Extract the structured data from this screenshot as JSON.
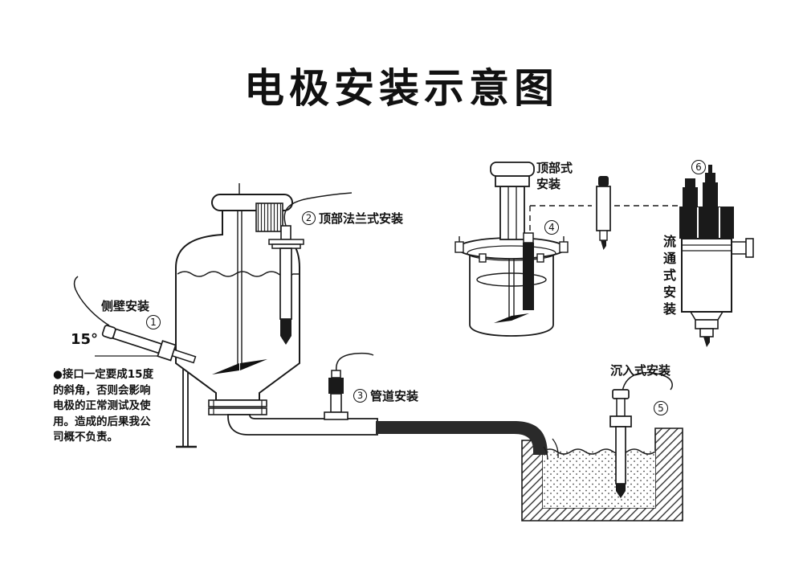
{
  "title": "电极安装示意图",
  "installations": {
    "side_wall": {
      "number": "1",
      "label": "侧壁安装",
      "angle_text": "15°"
    },
    "top_flange": {
      "number": "2",
      "label": "顶部法兰式安装"
    },
    "pipe": {
      "number": "3",
      "label": "管道安装"
    },
    "top_mount": {
      "number": "4",
      "label_line1": "顶部式",
      "label_line2": "安装"
    },
    "immersion": {
      "number": "5",
      "label": "沉入式安装"
    },
    "flow_through": {
      "number": "6",
      "label": "流通式安装"
    }
  },
  "note": {
    "lines": [
      "●接口一定要成15度",
      "的斜角，否则会影响",
      "电极的正常测试及使",
      "用。造成的后果我公",
      "司概不负责。"
    ]
  },
  "colors": {
    "ink": "#1a1a1a",
    "paper": "#ffffff"
  }
}
